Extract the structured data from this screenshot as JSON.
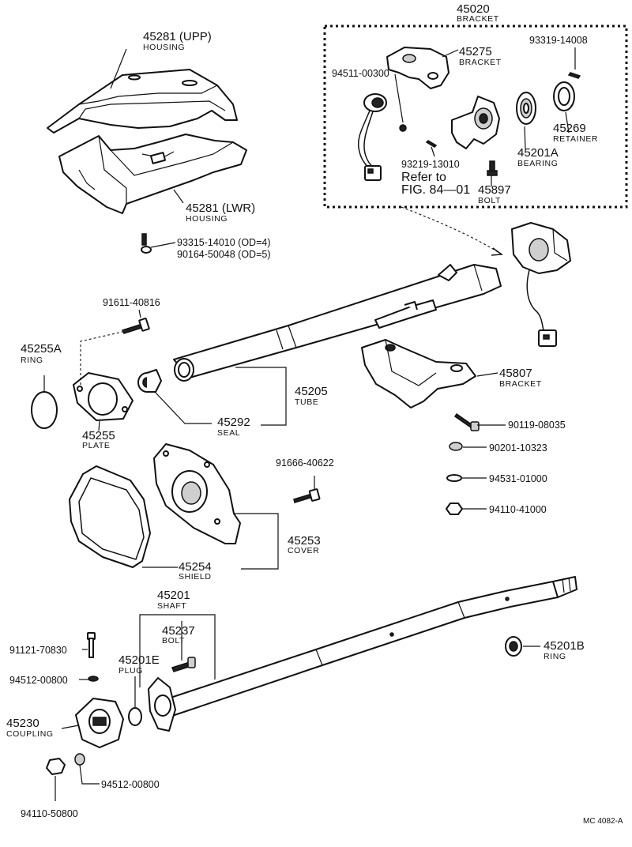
{
  "diagram": {
    "code": "MC 4082-A",
    "callouts": {
      "c45281u": {
        "num": "45281 (UPP)",
        "name": "HOUSING"
      },
      "c45281l": {
        "num": "45281 (LWR)",
        "name": "HOUSING"
      },
      "c93315": {
        "line1": "93315-14010 (OD=4)",
        "line2": "90164-50048 (OD=5)"
      },
      "c45020": {
        "num": "45020",
        "name": "BRACKET"
      },
      "c45275": {
        "num": "45275",
        "name": "BRACKET"
      },
      "c93319": {
        "num": "93319-14008"
      },
      "c94511": {
        "num": "94511-00300"
      },
      "c45269": {
        "num": "45269",
        "name": "RETAINER"
      },
      "c45201a": {
        "num": "45201A",
        "name": "BEARING"
      },
      "c93219": {
        "num": "93219-13010"
      },
      "cref": {
        "line1": "Refer to",
        "line2": "FIG. 84—01"
      },
      "c45897": {
        "num": "45897",
        "name": "BOLT"
      },
      "c91611": {
        "num": "91611-40816"
      },
      "c45255a": {
        "num": "45255A",
        "name": "RING"
      },
      "c45255": {
        "num": "45255",
        "name": "PLATE"
      },
      "c45292": {
        "num": "45292",
        "name": "SEAL"
      },
      "c45205": {
        "num": "45205",
        "name": "TUBE"
      },
      "c45807": {
        "num": "45807",
        "name": "BRACKET"
      },
      "c90119": {
        "num": "90119-08035"
      },
      "c90201": {
        "num": "90201-10323"
      },
      "c94531": {
        "num": "94531-01000"
      },
      "c94110a": {
        "num": "94110-41000"
      },
      "c91666": {
        "num": "91666-40622"
      },
      "c45253": {
        "num": "45253",
        "name": "COVER"
      },
      "c45254": {
        "num": "45254",
        "name": "SHIELD"
      },
      "c45201": {
        "num": "45201",
        "name": "SHAFT"
      },
      "c45237": {
        "num": "45237",
        "name": "BOLT"
      },
      "c45201e": {
        "num": "45201E",
        "name": "PLUG"
      },
      "c91121": {
        "num": "91121-70830"
      },
      "c94512a": {
        "num": "94512-00800"
      },
      "c45230": {
        "num": "45230",
        "name": "COUPLING"
      },
      "c94512b": {
        "num": "94512-00800"
      },
      "c94110b": {
        "num": "94110-50800"
      },
      "c45201b": {
        "num": "45201B",
        "name": "RING"
      }
    }
  }
}
